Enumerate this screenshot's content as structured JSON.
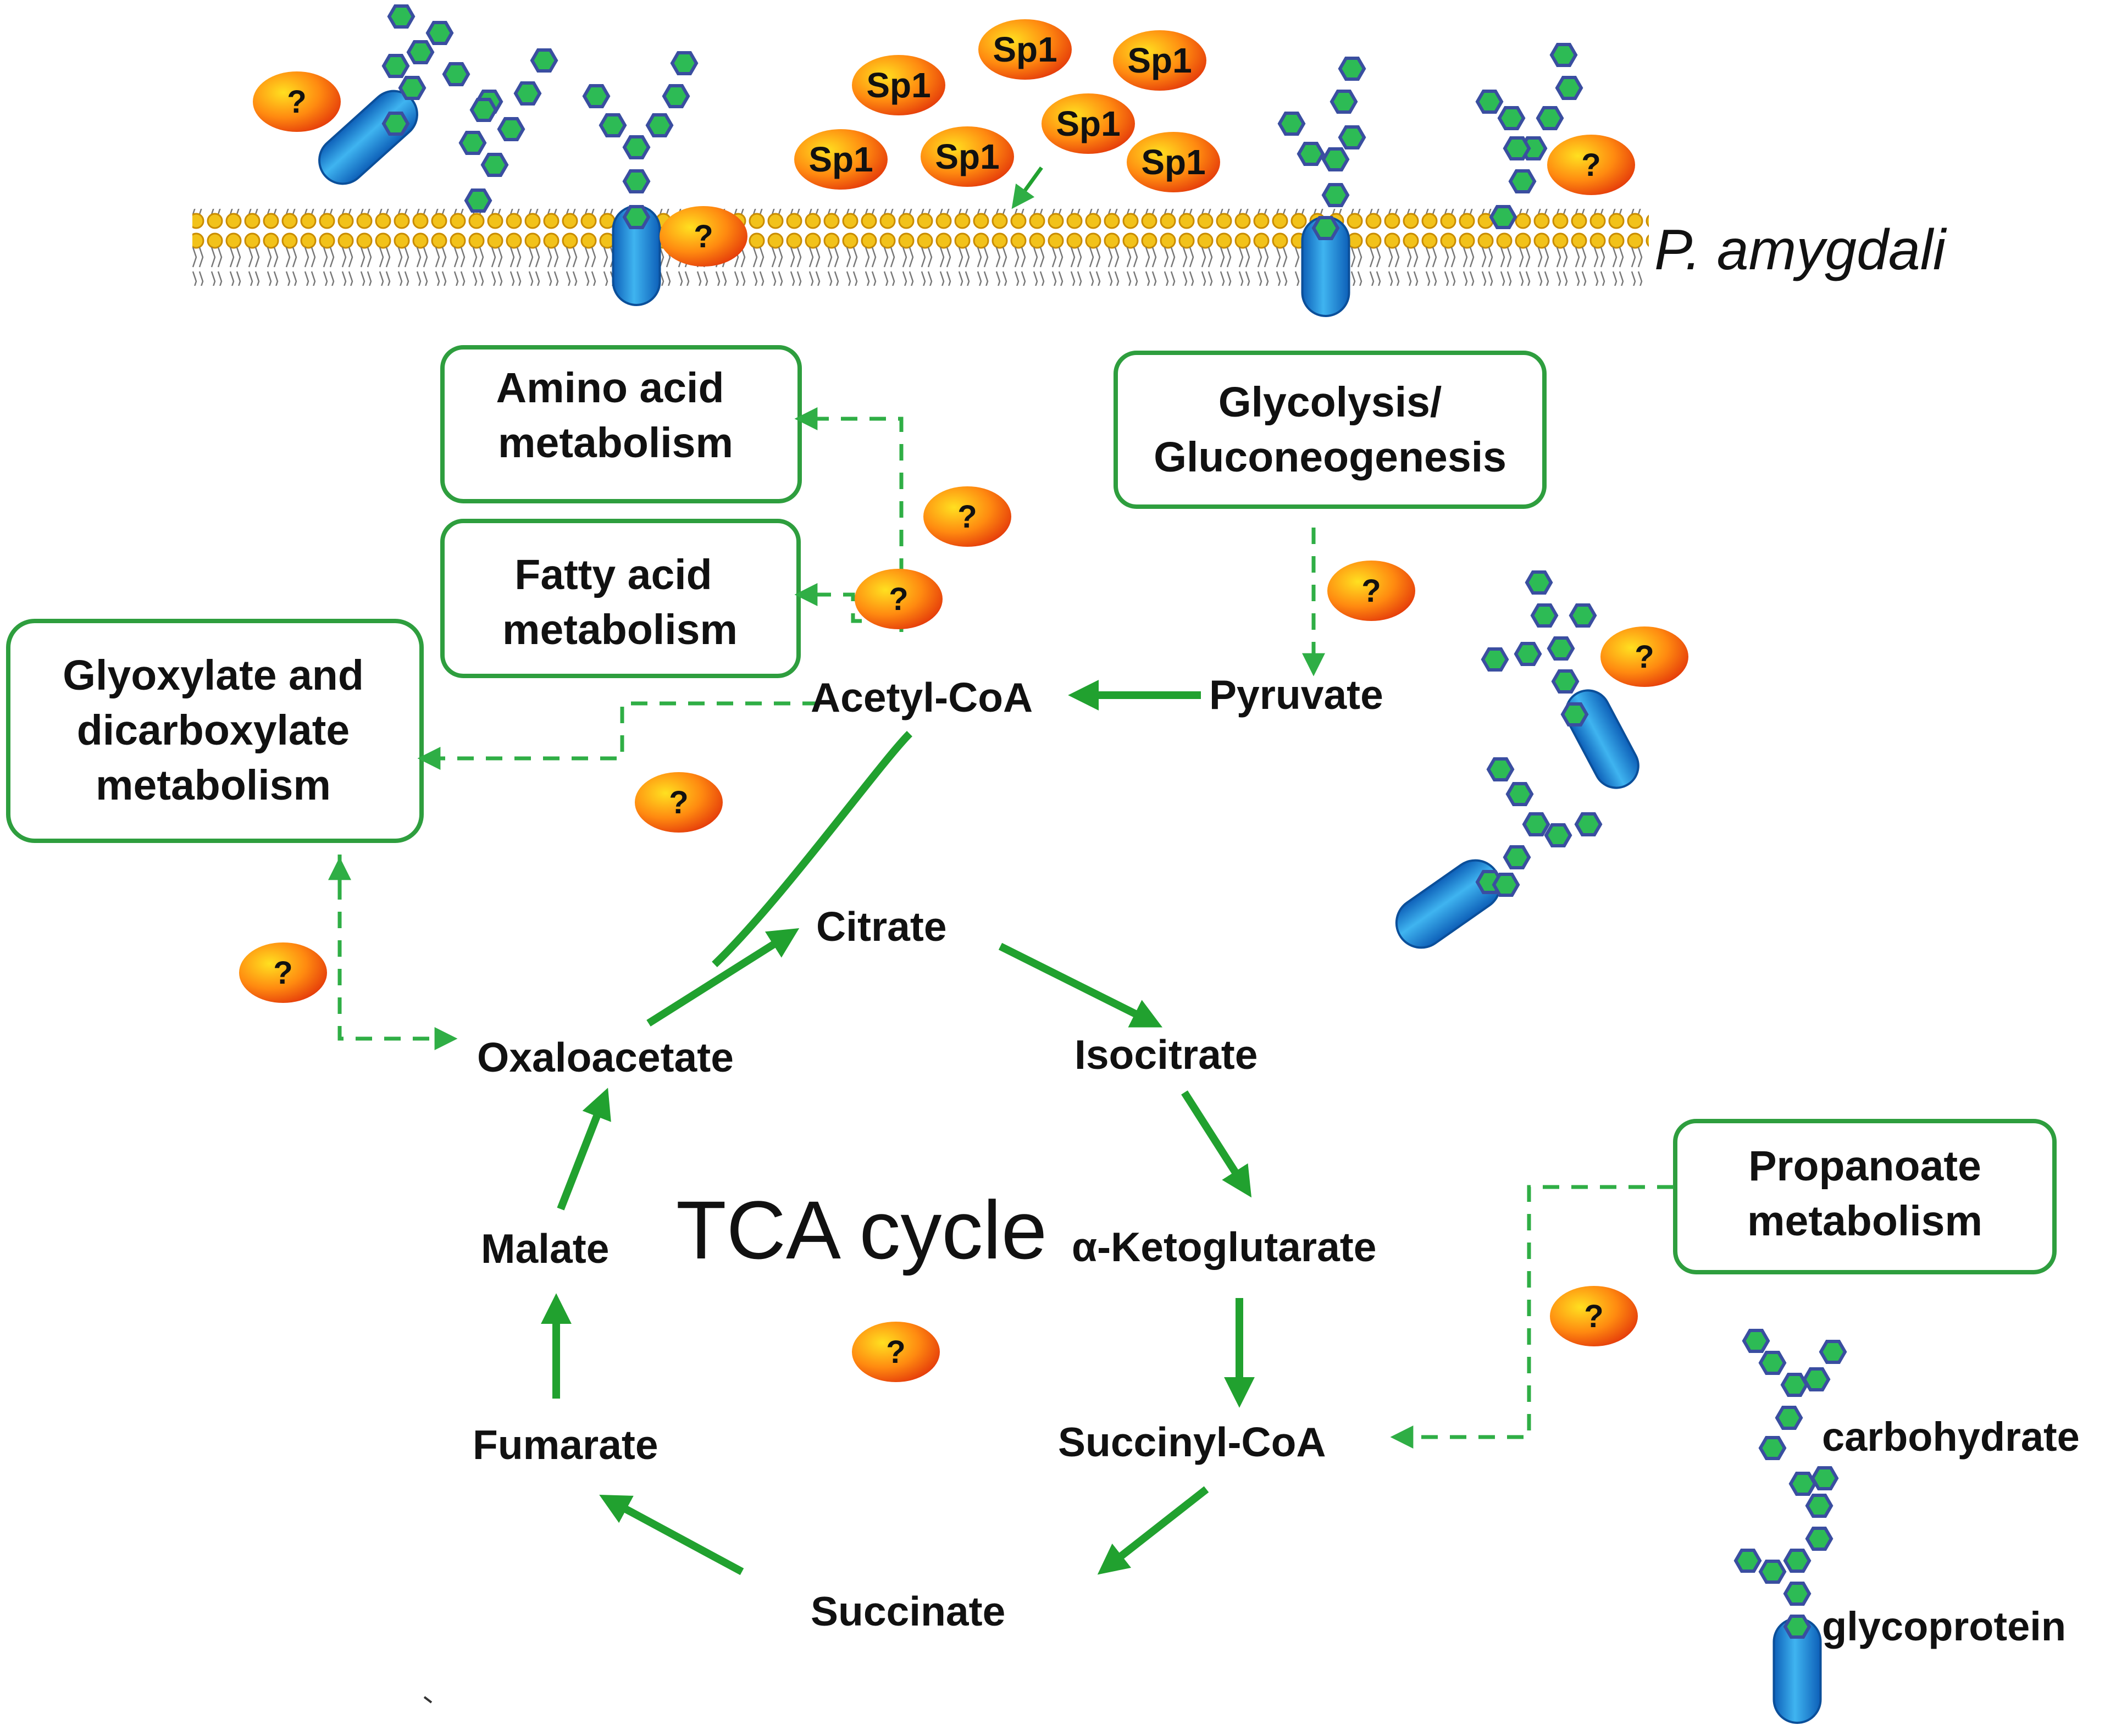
{
  "organism_label": "P. amygdali",
  "effector_label": "Sp1",
  "unknown_label": "?",
  "center_label": "TCA cycle",
  "metabolites": {
    "acetyl_coa": "Acetyl-CoA",
    "pyruvate": "Pyruvate",
    "citrate": "Citrate",
    "isocitrate": "Isocitrate",
    "alpha_ketoglutarate": "α-Ketoglutarate",
    "succinyl_coa": "Succinyl-CoA",
    "succinate": "Succinate",
    "fumarate": "Fumarate",
    "malate": "Malate",
    "oxaloacetate": "Oxaloacetate"
  },
  "pathways": {
    "amino_acid": [
      "Amino acid",
      "metabolism"
    ],
    "fatty_acid": [
      "Fatty acid",
      "metabolism"
    ],
    "glyoxylate": [
      "Glyoxylate and",
      "dicarboxylate",
      "metabolism"
    ],
    "glycolysis": [
      "Glycolysis/",
      "Gluconeogenesis"
    ],
    "propanoate": [
      "Propanoate",
      "metabolism"
    ]
  },
  "legend": {
    "carbohydrate": "carbohydrate",
    "glycoprotein": "glycoprotein"
  },
  "colors": {
    "pathway_green": "#21a12f",
    "box_border": "#2e9e3e",
    "effector_orange": "#f05a10",
    "membrane_yellow": "#f2c21a",
    "protein_blue": "#1e8fd8",
    "sugar_green": "#2dbb55",
    "sugar_outline": "#3a4ea0"
  }
}
